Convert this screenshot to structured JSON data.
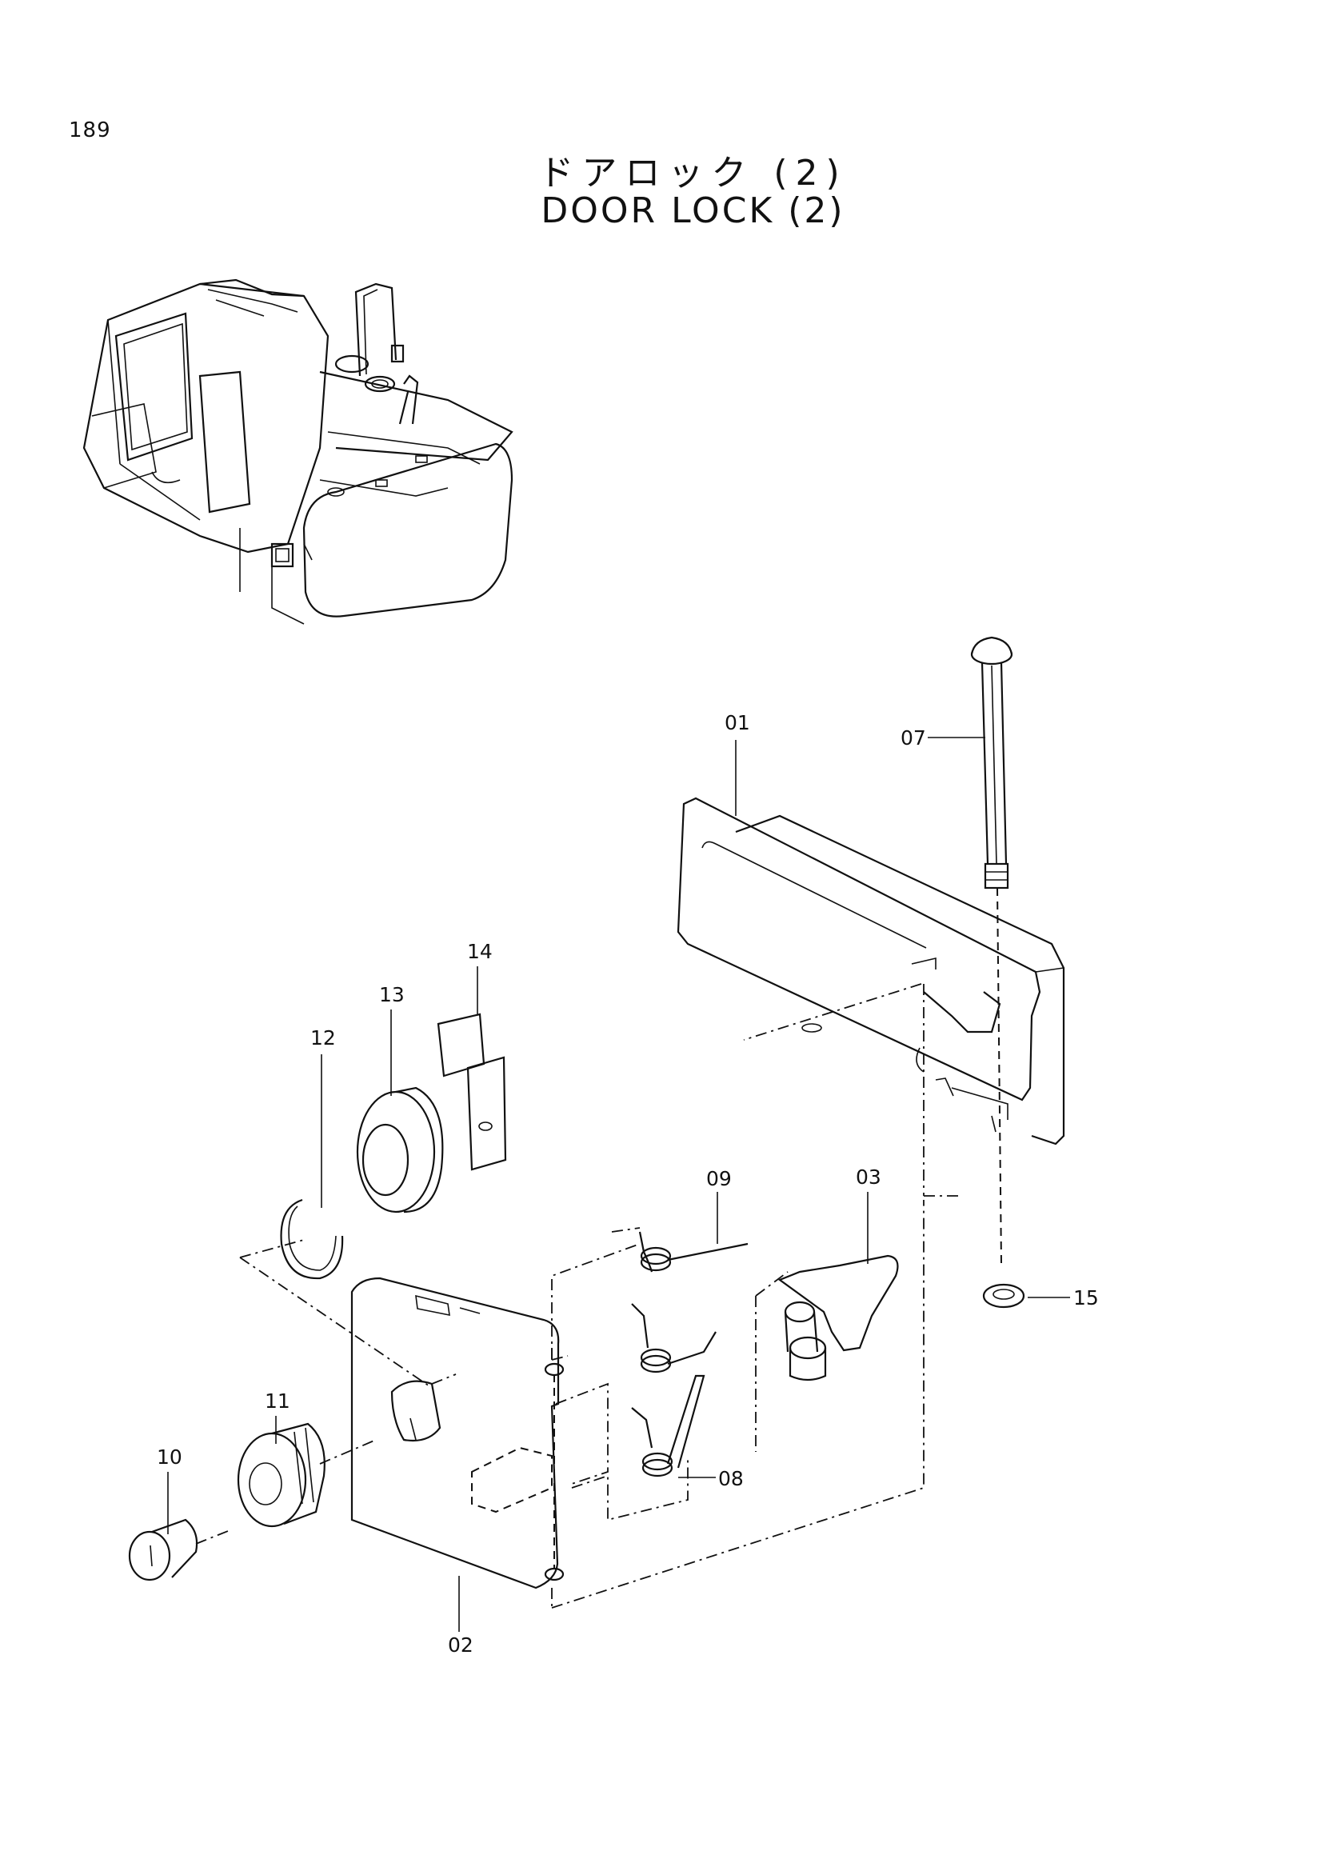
{
  "page": {
    "number": "189",
    "title_jp": "ドアロック (2)",
    "title_en": "DOOR LOCK (2)"
  },
  "parts": {
    "p01": "01",
    "p02": "02",
    "p03": "03",
    "p07": "07",
    "p08": "08",
    "p09": "09",
    "p10": "10",
    "p11": "11",
    "p12": "12",
    "p13": "13",
    "p14": "14",
    "p15": "15"
  },
  "icons": {
    "overview": "excavator-overview-icon",
    "lock": "door-lock-assembly-icon"
  }
}
